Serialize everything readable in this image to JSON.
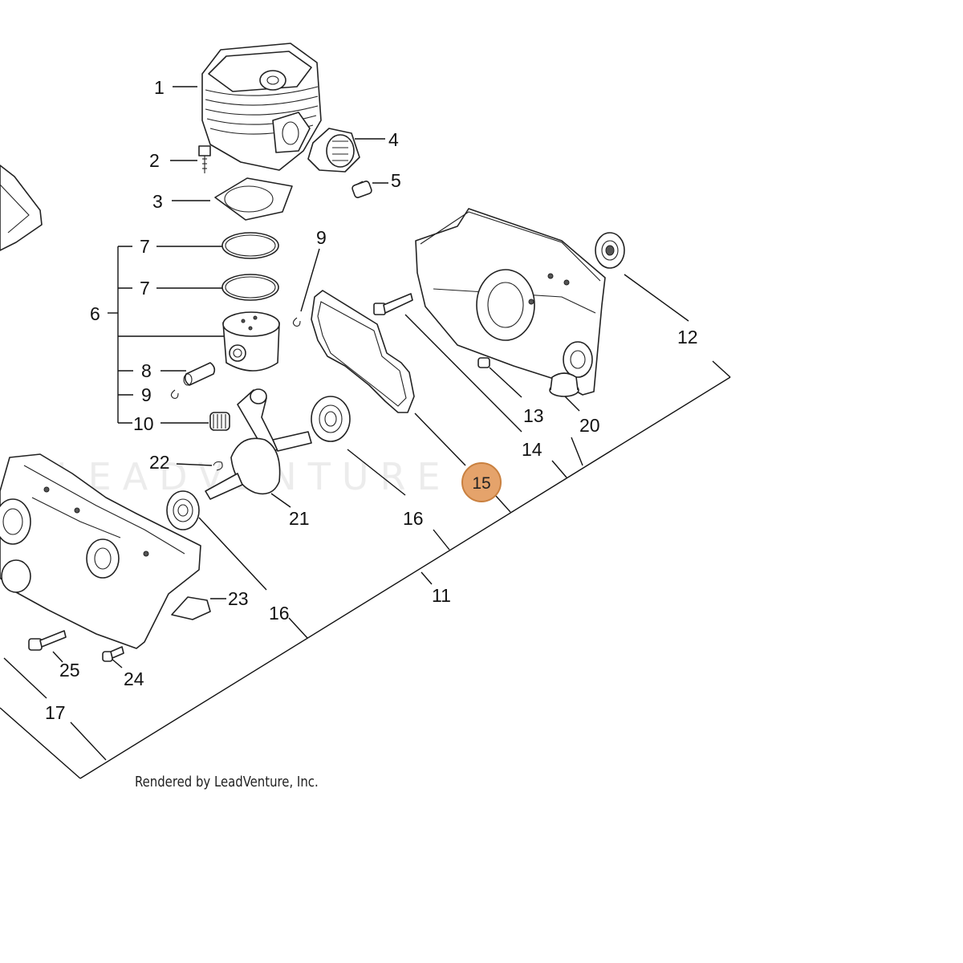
{
  "watermark": "LEADVENTURE",
  "credit": "Rendered by LeadVenture, Inc.",
  "highlight_color": "#E5A36B",
  "highlighted_label": "15",
  "labels": {
    "p1": "1",
    "p2": "2",
    "p3": "3",
    "p4": "4",
    "p5": "5",
    "p6": "6",
    "p7a": "7",
    "p7b": "7",
    "p8": "8",
    "p9a": "9",
    "p9b": "9",
    "p10": "10",
    "p11": "11",
    "p12": "12",
    "p13": "13",
    "p14": "14",
    "p15": "15",
    "p16a": "16",
    "p16b": "16",
    "p17": "17",
    "p20": "20",
    "p21": "21",
    "p22": "22",
    "p23": "23",
    "p24": "24",
    "p25": "25"
  }
}
